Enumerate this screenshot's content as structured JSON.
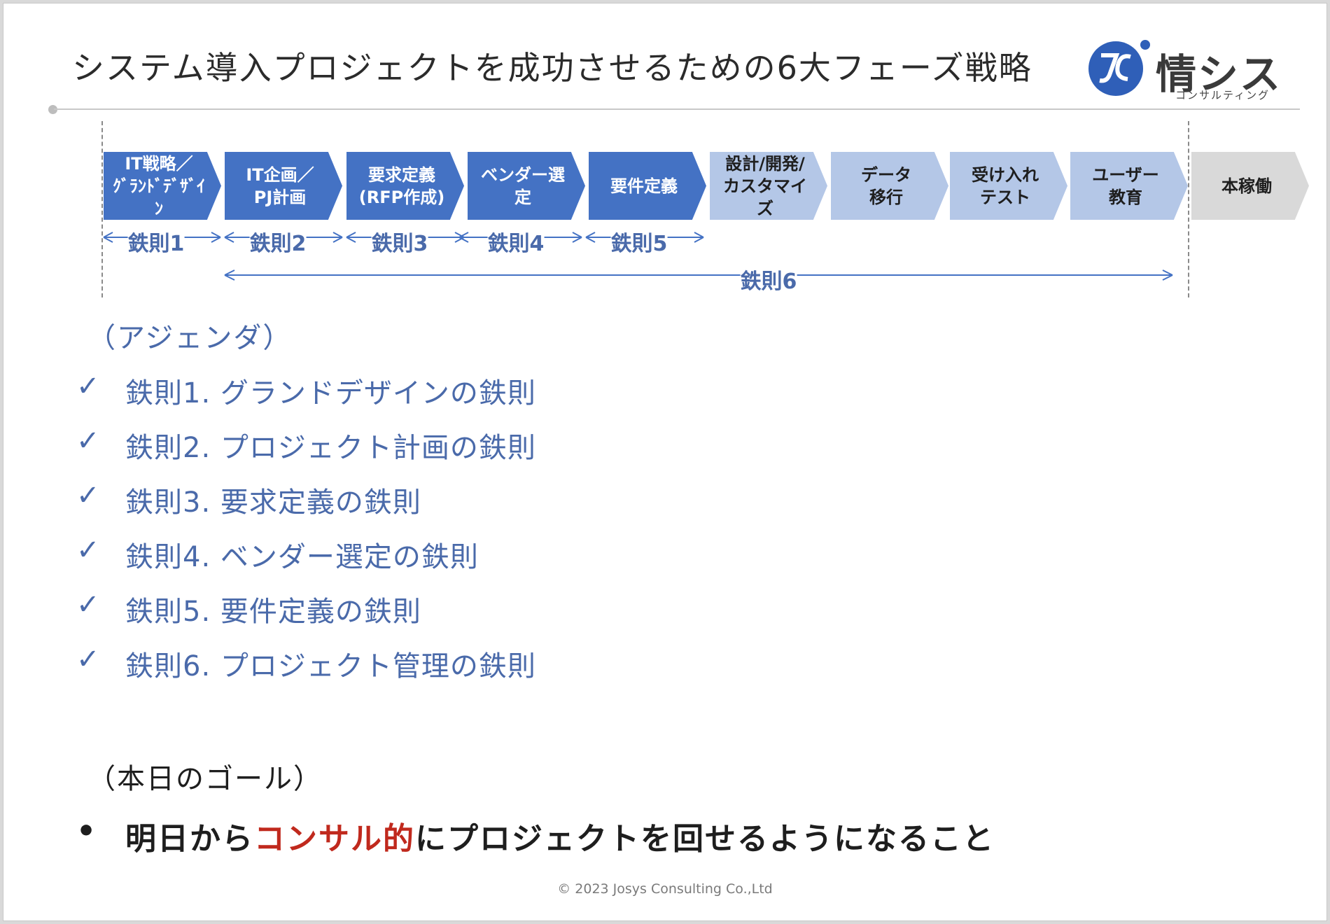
{
  "title": "システム導入プロジェクトを成功させるための6大フェーズ戦略",
  "logo": {
    "name": "情シス",
    "sub": "コンサルティング",
    "mark": "JC"
  },
  "phases": [
    {
      "label": "IT戦略／\nｸﾞﾗﾝﾄﾞﾃﾞｻﾞｲﾝ",
      "tone": "dark"
    },
    {
      "label": "IT企画／\nPJ計画",
      "tone": "dark"
    },
    {
      "label": "要求定義\n(RFP作成)",
      "tone": "dark"
    },
    {
      "label": "ベンダー選定",
      "tone": "dark"
    },
    {
      "label": "要件定義",
      "tone": "dark"
    },
    {
      "label": "設計/開発/\nカスタマイズ",
      "tone": "light"
    },
    {
      "label": "データ\n移行",
      "tone": "light"
    },
    {
      "label": "受け入れ\nテスト",
      "tone": "light"
    },
    {
      "label": "ユーザー\n教育",
      "tone": "light"
    },
    {
      "label": "本稼働",
      "tone": "gray"
    }
  ],
  "rules": [
    "鉄則1",
    "鉄則2",
    "鉄則3",
    "鉄則4",
    "鉄則5",
    "鉄則6"
  ],
  "agenda": {
    "heading": "（アジェンダ）",
    "items": [
      "鉄則1. グランドデザインの鉄則",
      "鉄則2. プロジェクト計画の鉄則",
      "鉄則3. 要求定義の鉄則",
      "鉄則4. ベンダー選定の鉄則",
      "鉄則5. 要件定義の鉄則",
      "鉄則6. プロジェクト管理の鉄則"
    ],
    "check": "✓"
  },
  "goal": {
    "heading": "（本日のゴール）",
    "bullet": "•",
    "text_before": "明日から",
    "text_accent": "コンサル的",
    "text_after": "にプロジェクトを回せるようになること"
  },
  "footer": "© 2023 Josys Consulting Co.,Ltd",
  "colors": {
    "phase_dark": "#4472c4",
    "phase_light": "#b4c7e7",
    "phase_gray": "#d9d9d9",
    "rule_text": "#4a6aaa",
    "accent": "#c0291d"
  }
}
